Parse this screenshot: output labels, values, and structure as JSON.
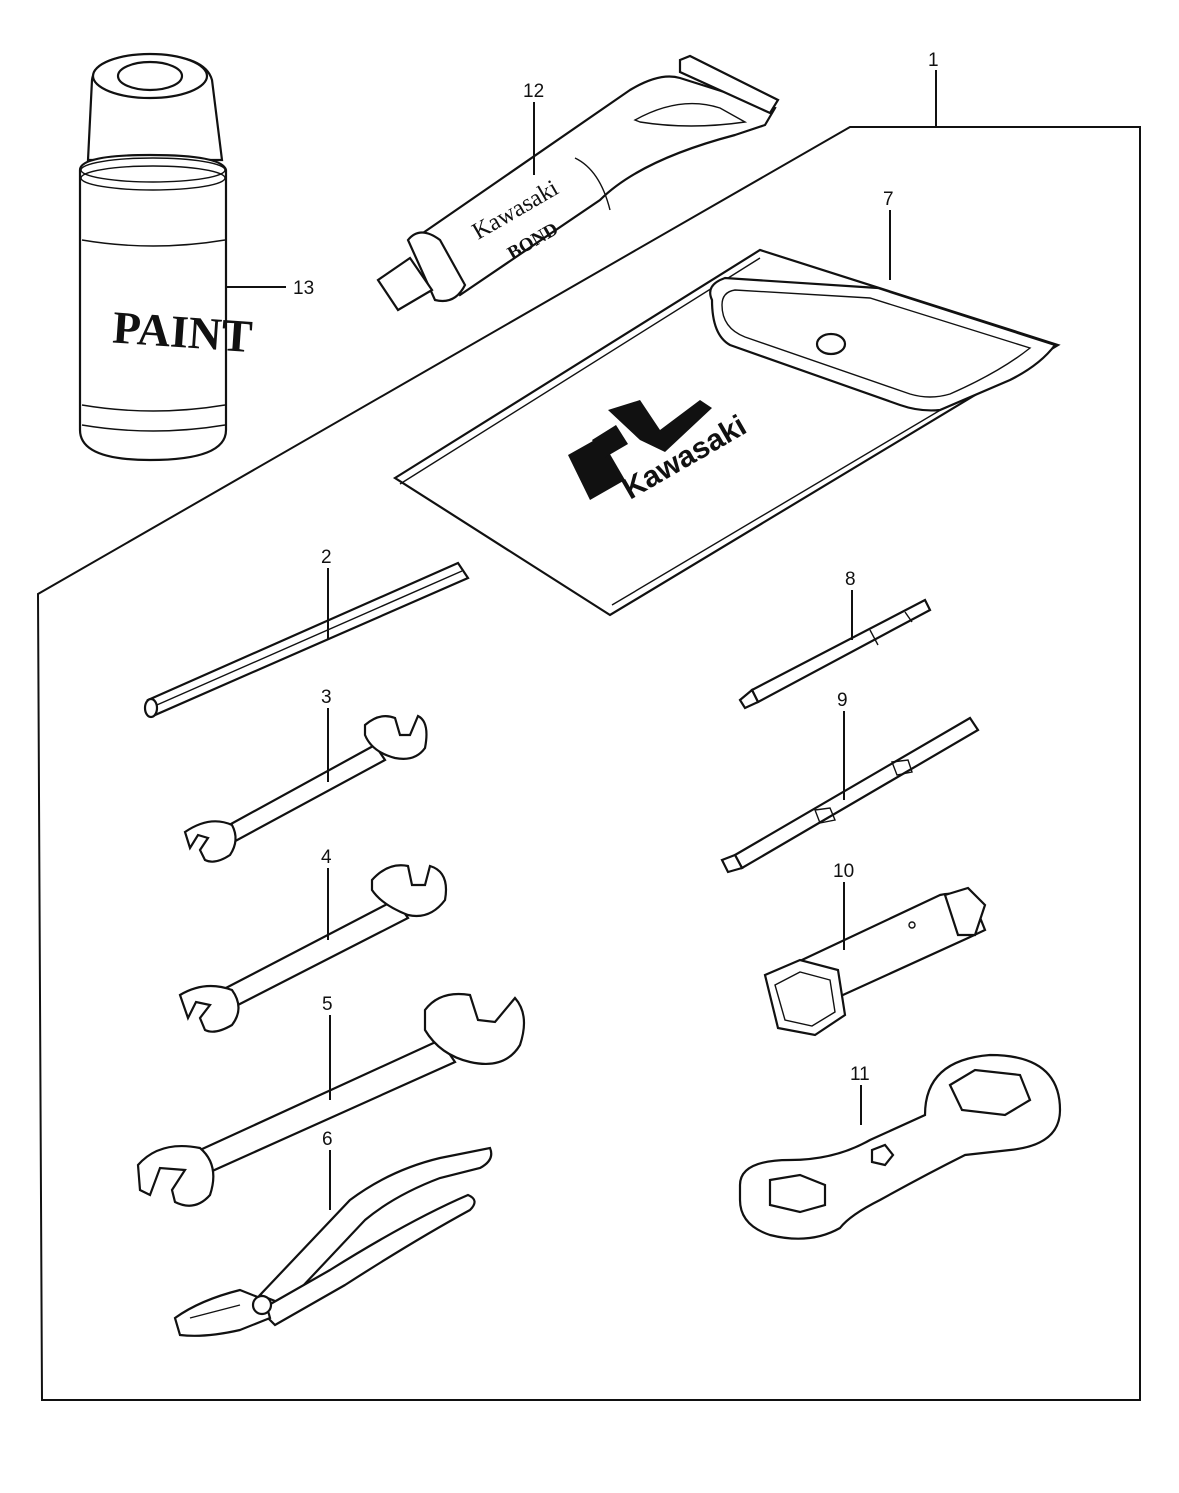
{
  "diagram": {
    "callouts": [
      {
        "id": "1",
        "label": "1"
      },
      {
        "id": "2",
        "label": "2"
      },
      {
        "id": "3",
        "label": "3"
      },
      {
        "id": "4",
        "label": "4"
      },
      {
        "id": "5",
        "label": "5"
      },
      {
        "id": "6",
        "label": "6"
      },
      {
        "id": "7",
        "label": "7"
      },
      {
        "id": "8",
        "label": "8"
      },
      {
        "id": "9",
        "label": "9"
      },
      {
        "id": "10",
        "label": "10"
      },
      {
        "id": "11",
        "label": "11"
      },
      {
        "id": "12",
        "label": "12"
      },
      {
        "id": "13",
        "label": "13"
      }
    ],
    "paint_can_text": "PAINT",
    "tube_brand": "Kawasaki",
    "tube_product": "BOND",
    "pouch_brand": "Kawasaki"
  }
}
